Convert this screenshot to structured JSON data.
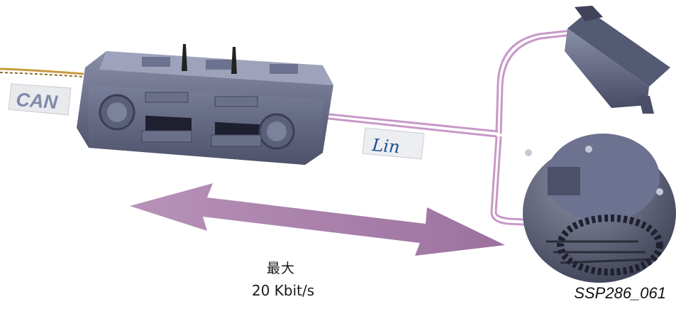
{
  "diagram": {
    "can_badge_text": "CAN",
    "lin_badge_text": "Lin",
    "speed_title": "最大",
    "speed_value": "20 Kbit/s",
    "figure_code": "SSP286_061"
  },
  "colors": {
    "bus_line": "#c898c8",
    "arrow_fill": "#a57ca8",
    "device_body": "#5a5f7c",
    "badge_bg": "#e9eaee",
    "can_text": "#7f8aa8"
  }
}
